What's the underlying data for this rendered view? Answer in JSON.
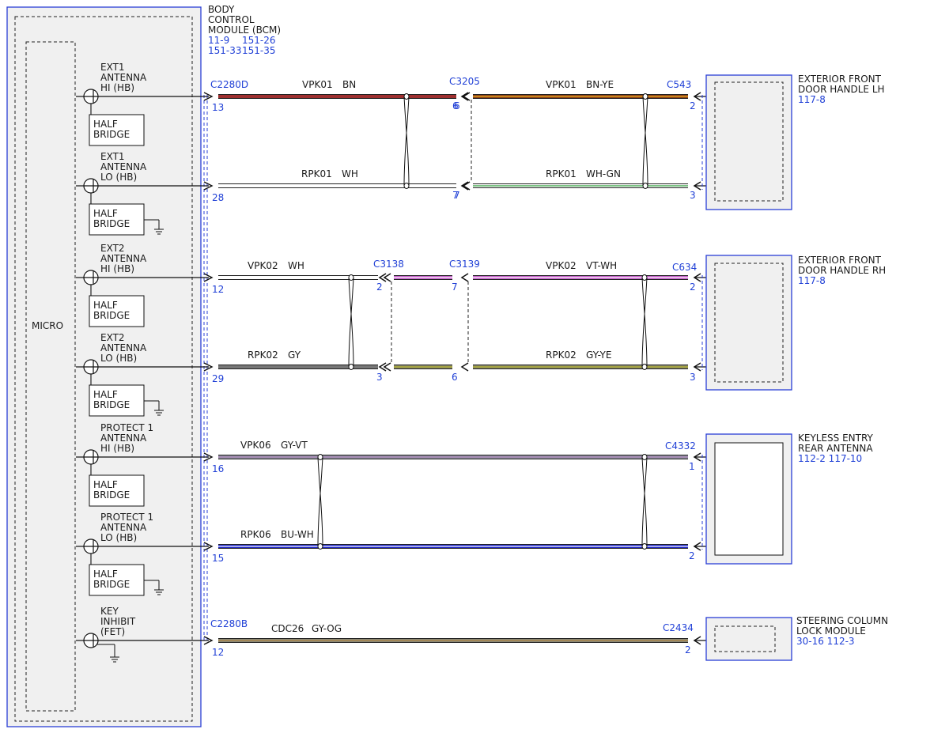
{
  "bcm": {
    "title": [
      "BODY",
      "CONTROL",
      "MODULE (BCM)"
    ],
    "refs": [
      "11-9",
      "151-26",
      "151-33",
      "151-35"
    ],
    "micro_label": "MICRO"
  },
  "pins": [
    {
      "label": [
        "EXT1",
        "ANTENNA",
        "HI (HB)"
      ],
      "half_bridge": true,
      "ground": false
    },
    {
      "label": [
        "EXT1",
        "ANTENNA",
        "LO (HB)"
      ],
      "half_bridge": true,
      "ground": true
    },
    {
      "label": [
        "EXT2",
        "ANTENNA",
        "HI (HB)"
      ],
      "half_bridge": true,
      "ground": false
    },
    {
      "label": [
        "EXT2",
        "ANTENNA",
        "LO (HB)"
      ],
      "half_bridge": true,
      "ground": true
    },
    {
      "label": [
        "PROTECT 1",
        "ANTENNA",
        "HI (HB)"
      ],
      "half_bridge": true,
      "ground": false
    },
    {
      "label": [
        "PROTECT 1",
        "ANTENNA",
        "LO (HB)"
      ],
      "half_bridge": true,
      "ground": true
    },
    {
      "label": [
        "KEY",
        "INHIBIT",
        "(FET)"
      ],
      "half_bridge": false,
      "ground": true
    }
  ],
  "half_bridge_label": [
    "HALF",
    "BRIDGE"
  ],
  "connectors": {
    "c2280d": "C2280D",
    "c3205": "C3205",
    "c543": "C543",
    "c3138": "C3138",
    "c3139": "C3139",
    "c634": "C634",
    "c4332": "C4332",
    "c2280b": "C2280B",
    "c2434": "C2434"
  },
  "wires": [
    {
      "id": "vpk01-a",
      "circuit": "VPK01",
      "color": "BN",
      "colors": [
        "#9e2f2f"
      ],
      "from_pin": "13",
      "to_pin": "6"
    },
    {
      "id": "vpk01-b",
      "circuit": "VPK01",
      "color": "BN-YE",
      "colors": [
        "#8b3a1a",
        "#e8b81a"
      ],
      "from_pin": "",
      "to_pin": "2"
    },
    {
      "id": "rpk01-a",
      "circuit": "RPK01",
      "color": "WH",
      "colors": [
        "#ffffff"
      ],
      "from_pin": "28",
      "to_pin": "7"
    },
    {
      "id": "rpk01-b",
      "circuit": "RPK01",
      "color": "WH-GN",
      "colors": [
        "#ffffff",
        "#2e9e3a"
      ],
      "from_pin": "",
      "to_pin": "3"
    },
    {
      "id": "vpk02-a",
      "circuit": "VPK02",
      "color": "WH",
      "colors": [
        "#ffffff"
      ],
      "from_pin": "12",
      "to_pin": "2"
    },
    {
      "id": "vpk02-b",
      "circuit": "VPK02",
      "color": "VT-WH",
      "colors": [
        "#c257c8",
        "#ffffff"
      ],
      "from_pin": "",
      "to_pin": "2"
    },
    {
      "id": "rpk02-a",
      "circuit": "RPK02",
      "color": "GY",
      "colors": [
        "#777777"
      ],
      "from_pin": "29",
      "to_pin": "3"
    },
    {
      "id": "rpk02-b",
      "circuit": "RPK02",
      "color": "GY-YE",
      "colors": [
        "#8a8a6a",
        "#b5b22a"
      ],
      "from_pin": "",
      "to_pin": "3"
    },
    {
      "id": "vpk06",
      "circuit": "VPK06",
      "color": "GY-VT",
      "colors": [
        "#8d8d9a",
        "#b28ac2"
      ],
      "from_pin": "16",
      "to_pin": "1"
    },
    {
      "id": "rpk06",
      "circuit": "RPK06",
      "color": "BU-WH",
      "colors": [
        "#1a22c8",
        "#ffffff"
      ],
      "from_pin": "15",
      "to_pin": "2"
    },
    {
      "id": "cdc26",
      "circuit": "CDC26",
      "color": "GY-OG",
      "colors": [
        "#8a8a7a",
        "#b08440"
      ],
      "from_pin": "12",
      "to_pin": "2"
    }
  ],
  "splice_pins": {
    "c3205_top": "6",
    "c3205_bot": "7",
    "c3138_top": "2",
    "c3138_bot": "3",
    "c3139_top": "7",
    "c3139_bot": "6"
  },
  "devices": [
    {
      "name": [
        "EXTERIOR FRONT",
        "DOOR HANDLE LH"
      ],
      "refs": "117-8"
    },
    {
      "name": [
        "EXTERIOR FRONT",
        "DOOR HANDLE RH"
      ],
      "refs": "117-8"
    },
    {
      "name": [
        "KEYLESS ENTRY",
        "REAR ANTENNA"
      ],
      "refs": "112-2  117-10"
    },
    {
      "name": [
        "STEERING COLUMN",
        "LOCK MODULE"
      ],
      "refs": "30-16 112-3"
    }
  ]
}
